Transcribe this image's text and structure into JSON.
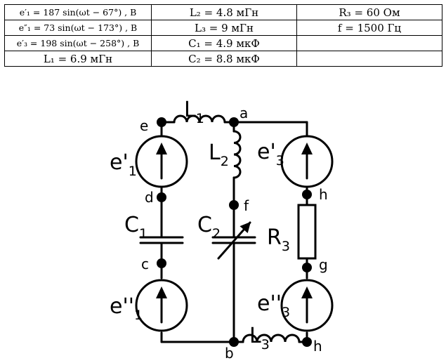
{
  "table": {
    "rows": [
      [
        "e′₁ = 187 sin(ωt − 67°) , B",
        "L₂ = 4.8 мГн",
        "R₃ = 60 Ом"
      ],
      [
        "e″₁ = 73 sin(ωt − 173°) , B",
        "L₃ = 9 мГн",
        "f = 1500 Гц"
      ],
      [
        "e′₃ = 198 sin(ωt − 258°) , B",
        "C₁ = 4.9 мкФ",
        ""
      ],
      [
        "L₁ = 6.9 мГн",
        "C₂ = 8.8 мкФ",
        ""
      ]
    ]
  },
  "circuit": {
    "nodes": {
      "a": "a",
      "b": "b",
      "c": "c",
      "d": "d",
      "e": "e",
      "f": "f",
      "g": "g",
      "h_top": "h",
      "h_bottom": "h"
    },
    "components": {
      "L1": {
        "main": "L",
        "sub": "1"
      },
      "L2": {
        "main": "L",
        "sub": "2"
      },
      "L3": {
        "main": "L",
        "sub": "3"
      },
      "C1": {
        "main": "C",
        "sub": "1"
      },
      "C2": {
        "main": "C",
        "sub": "2"
      },
      "R3": {
        "main": "R",
        "sub": "3"
      },
      "e1p": {
        "main": "e'",
        "sub": "1"
      },
      "e1pp": {
        "main": "e''",
        "sub": "1"
      },
      "e3p": {
        "main": "e'",
        "sub": "3"
      },
      "e3pp": {
        "main": "e''",
        "sub": "3"
      }
    }
  }
}
